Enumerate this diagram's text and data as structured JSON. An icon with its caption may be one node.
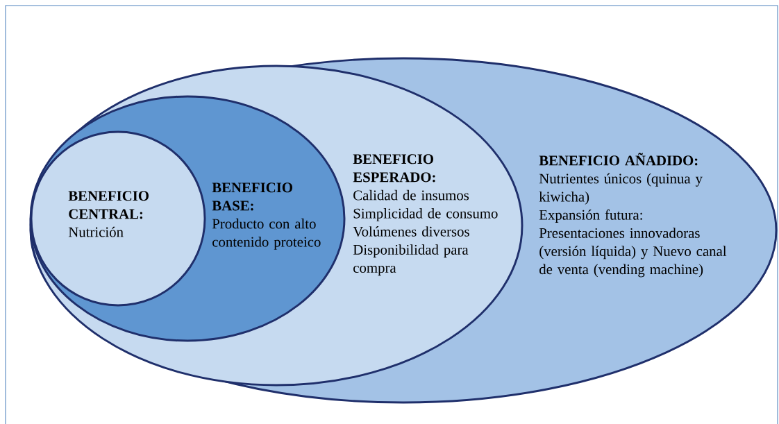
{
  "diagram": {
    "nodes": [
      {
        "text": [
          "BENEFICIO AÑADIDO:",
          "Nutrientes únicos (quinua y kiwicha)",
          "Expansión futura:",
          "Presentaciones innovadoras (versión líquida) y Nuevo canal de venta (vending machine)"
        ]
      },
      {
        "text": [
          "BENEFICIO ESPERADO:",
          "Calidad de insumos",
          "Simplicidad de consumo",
          "Volúmenes diversos",
          "Disponibilidad para compra"
        ],
        "in": 0
      },
      {
        "text": [
          "BENEFICIO BASE:",
          "Producto con alto contenido proteico"
        ],
        "in": 1
      },
      {
        "text": [
          "BENEFICIO CENTRAL:",
          "Nutrición"
        ],
        "in": 2
      }
    ]
  }
}
